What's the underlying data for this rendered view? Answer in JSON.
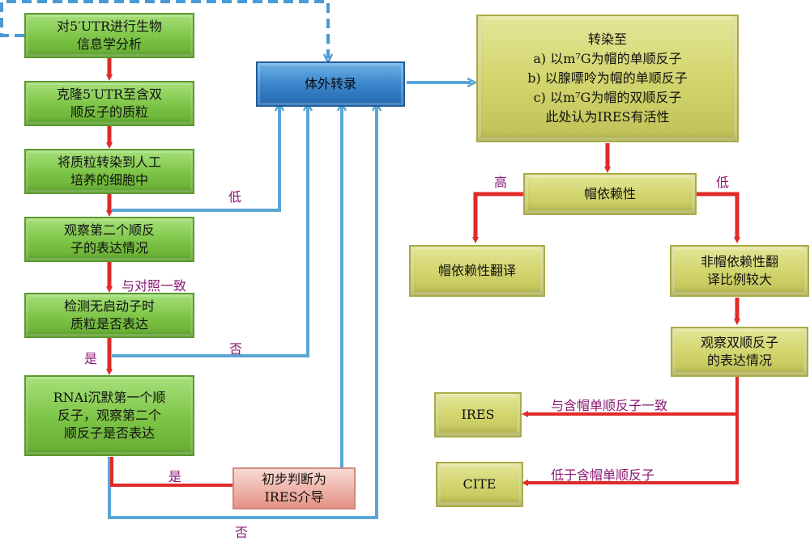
{
  "left_column": {
    "step1": "对5′UTR进行生物\n信息学分析",
    "step2": "克隆5′UTR至含双\n顺反子的质粒",
    "step3": "将质粒转染到人工\n培养的细胞中",
    "step4": "观察第二个顺反\n子的表达情况",
    "step5": "检测无启动子时\n质粒是否表达",
    "step6": "RNAi沉默第一个顺\n反子，观察第二个\n顺反子是否表达"
  },
  "ires_prelim": "初步判断为\nIRES介导",
  "in_vitro": "体外转录",
  "transfect": {
    "title": "转染至",
    "a": "a)  以m⁷G为帽的单顺反子",
    "b": "b)  以腺嘌呤为帽的单顺反子",
    "c": "c)  以m⁷G为帽的双顺反子",
    "note": "此处认为IRES有活性"
  },
  "cap_dependency": "帽依赖性",
  "cap_translation": "帽依赖性翻译",
  "non_cap_translation": "非帽依赖性翻\n译比例较大",
  "observe_bicistronic": "观察双顺反子\n的表达情况",
  "ires_result": "IRES",
  "cite_result": "CITE",
  "labels": {
    "low_left": "低",
    "consistent_control": "与对照一致",
    "no_promoter": "否",
    "yes_promoter": "是",
    "yes_rnai": "是",
    "no_rnai": "否",
    "high": "高",
    "low_right": "低",
    "consistent_cap": "与含帽单顺反子一致",
    "lower_cap": "低于含帽单顺反子"
  },
  "colors": {
    "red_arrow": "#e02a2a",
    "blue_arrow": "#5aa5d6",
    "dashed_blue": "#4a9ad6",
    "label_text": "#8a1a73"
  }
}
